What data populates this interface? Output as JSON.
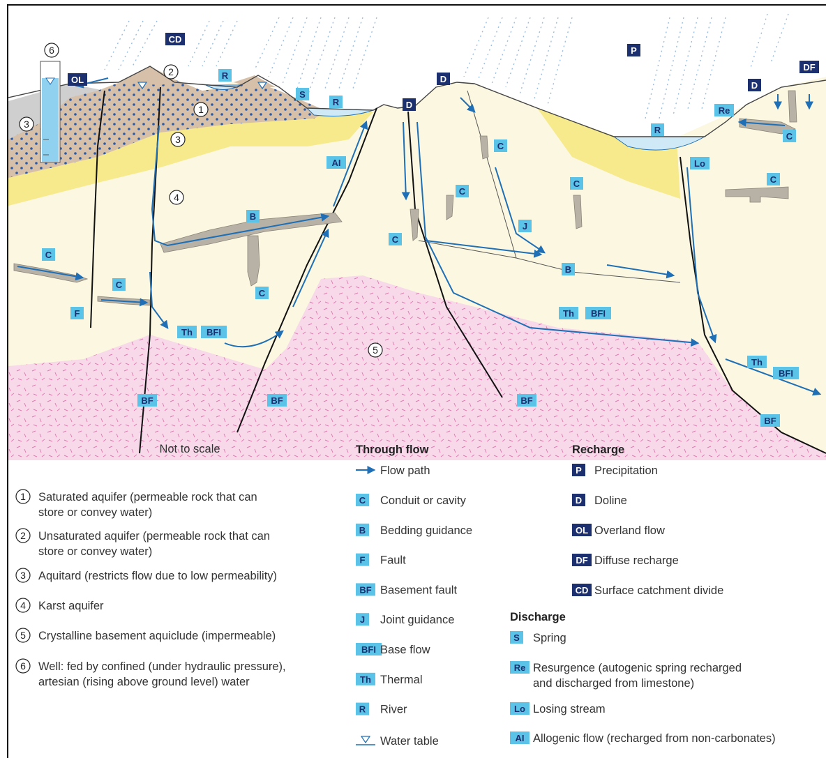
{
  "colors": {
    "light_box": "#5bc3e8",
    "dark_box": "#1c2f6f",
    "flow_arrow": "#1e6fb6",
    "limestone": "#fbf7e0",
    "aquitard_yellow": "#f6ea8c",
    "basement_pink": "#f7d9ea",
    "unsat_brown": "#d6c0aa",
    "water": "#cfeaf6"
  },
  "diagram": {
    "scale_note": "Not to scale",
    "zone_numbers": [
      "1",
      "2",
      "3",
      "4",
      "5",
      "6"
    ]
  },
  "legend": {
    "zones": [
      {
        "num": "1",
        "line1": "Saturated aquifer (permeable rock that can",
        "line2": "store or convey water)"
      },
      {
        "num": "2",
        "line1": "Unsaturated aquifer (permeable rock that can",
        "line2": "store or convey water)"
      },
      {
        "num": "3",
        "line1": "Aquitard (restricts flow due to low permeability)",
        "line2": ""
      },
      {
        "num": "4",
        "line1": "Karst aquifer",
        "line2": ""
      },
      {
        "num": "5",
        "line1": "Crystalline basement aquiclude (impermeable)",
        "line2": ""
      },
      {
        "num": "6",
        "line1": "Well: fed by confined (under hydraulic pressure),",
        "line2": "artesian (rising above ground level) water"
      }
    ],
    "through_flow": {
      "heading": "Through flow",
      "flow_path": "Flow path",
      "items": [
        {
          "code": "C",
          "label": "Conduit or cavity"
        },
        {
          "code": "B",
          "label": "Bedding guidance"
        },
        {
          "code": "F",
          "label": "Fault"
        },
        {
          "code": "BF",
          "label": "Basement fault"
        },
        {
          "code": "J",
          "label": "Joint guidance"
        },
        {
          "code": "BFI",
          "label": "Base flow"
        },
        {
          "code": "Th",
          "label": "Thermal"
        },
        {
          "code": "R",
          "label": "River"
        }
      ],
      "water_table": "Water table"
    },
    "recharge": {
      "heading": "Recharge",
      "items": [
        {
          "code": "P",
          "label": "Precipitation"
        },
        {
          "code": "D",
          "label": "Doline"
        },
        {
          "code": "OL",
          "label": "Overland flow"
        },
        {
          "code": "DF",
          "label": "Diffuse recharge"
        },
        {
          "code": "CD",
          "label": "Surface catchment divide"
        }
      ]
    },
    "discharge": {
      "heading": "Discharge",
      "items": [
        {
          "code": "S",
          "line1": "Spring",
          "line2": ""
        },
        {
          "code": "Re",
          "line1": "Resurgence (autogenic spring recharged",
          "line2": "and discharged from limestone)"
        },
        {
          "code": "Lo",
          "line1": "Losing stream",
          "line2": ""
        },
        {
          "code": "AI",
          "line1": "Allogenic flow (recharged from non-carbonates)",
          "line2": ""
        }
      ]
    }
  },
  "diagram_labels": [
    {
      "code": "CD",
      "kind": "dark"
    },
    {
      "code": "OL",
      "kind": "dark"
    },
    {
      "code": "R",
      "kind": "light"
    },
    {
      "code": "S",
      "kind": "light"
    },
    {
      "code": "R",
      "kind": "light"
    },
    {
      "code": "D",
      "kind": "dark"
    },
    {
      "code": "D",
      "kind": "dark"
    },
    {
      "code": "P",
      "kind": "dark"
    },
    {
      "code": "D",
      "kind": "dark"
    },
    {
      "code": "DF",
      "kind": "dark"
    },
    {
      "code": "Re",
      "kind": "light"
    },
    {
      "code": "C",
      "kind": "light"
    },
    {
      "code": "R",
      "kind": "light"
    },
    {
      "code": "Lo",
      "kind": "light"
    },
    {
      "code": "C",
      "kind": "light"
    },
    {
      "code": "AI",
      "kind": "light"
    },
    {
      "code": "C",
      "kind": "light"
    },
    {
      "code": "C",
      "kind": "light"
    },
    {
      "code": "C",
      "kind": "light"
    },
    {
      "code": "B",
      "kind": "light"
    },
    {
      "code": "J",
      "kind": "light"
    },
    {
      "code": "C",
      "kind": "light"
    },
    {
      "code": "C",
      "kind": "light"
    },
    {
      "code": "B",
      "kind": "light"
    },
    {
      "code": "C",
      "kind": "light"
    },
    {
      "code": "F",
      "kind": "light"
    },
    {
      "code": "C",
      "kind": "light"
    },
    {
      "code": "Th",
      "kind": "light"
    },
    {
      "code": "BFI",
      "kind": "light"
    },
    {
      "code": "Th",
      "kind": "light"
    },
    {
      "code": "BFI",
      "kind": "light"
    },
    {
      "code": "Th",
      "kind": "light"
    },
    {
      "code": "BFI",
      "kind": "light"
    },
    {
      "code": "BF",
      "kind": "light"
    },
    {
      "code": "BF",
      "kind": "light"
    },
    {
      "code": "BF",
      "kind": "light"
    },
    {
      "code": "BF",
      "kind": "light"
    }
  ]
}
